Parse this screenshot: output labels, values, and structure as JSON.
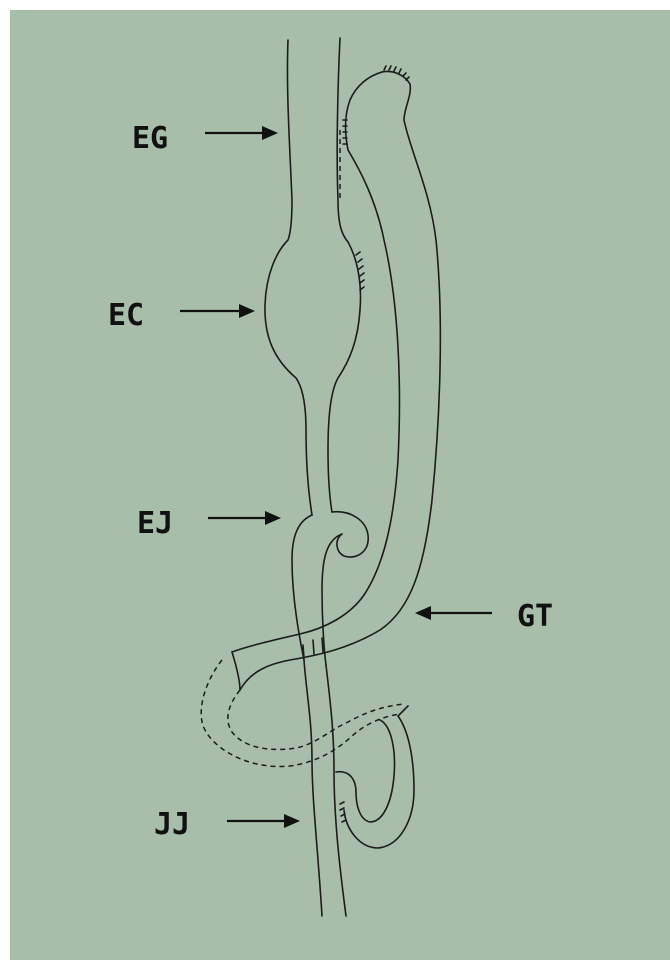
{
  "labels": {
    "eg": "EG",
    "ec": "EC",
    "ej": "EJ",
    "gt": "GT",
    "jj": "JJ"
  },
  "colors": {
    "paper": "#a9bdab",
    "ink": "#1c1c1c"
  }
}
